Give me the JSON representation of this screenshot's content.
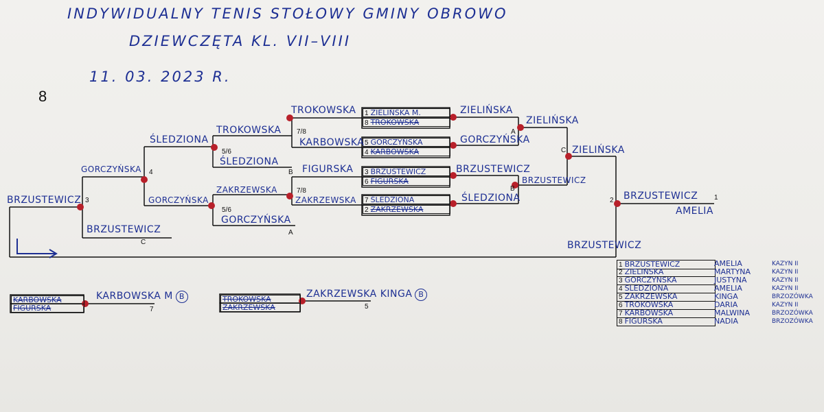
{
  "header": {
    "line1": "INDYWIDUALNY TENIS STOŁOWY GMINY OBROWO",
    "line2": "DZIEWCZĘTA KL. VII–VIII",
    "date": "11. 03. 2023 R."
  },
  "draw_size": "8",
  "round1": [
    {
      "pos": "1",
      "name": "ZIELIŃSKA M."
    },
    {
      "pos": "8",
      "name": "TROKOWSKA"
    },
    {
      "pos": "5",
      "name": "GORCZYŃSKA"
    },
    {
      "pos": "4",
      "name": "KARBOWSKA"
    },
    {
      "pos": "3",
      "name": "BRZUSTEWICZ"
    },
    {
      "pos": "6",
      "name": "FIGURSKA"
    },
    {
      "pos": "7",
      "name": "ŚLEDZIONA"
    },
    {
      "pos": "2",
      "name": "ZAKRZEWSKA"
    }
  ],
  "round2_winners": {
    "top1": "ZIELIŃSKA",
    "top2": "GORCZYŃSKA",
    "bot1": "BRZUSTEWICZ",
    "bot2": "ŚLEDZIONA"
  },
  "semi_winners": {
    "a": "ZIELIŃSKA",
    "b": "BRZUSTEWICZ"
  },
  "final": {
    "c": "ZIELIŃSKA",
    "champion": "BRZUSTEWICZ",
    "champion_first": "AMELIA",
    "champion_place": "1",
    "final_num": "2"
  },
  "losers": {
    "trokowska": "TROKOWSKA",
    "karbowska": "KARBOWSKA",
    "figurska": "FIGURSKA",
    "zakrzewska": "ZAKRZEWSKA",
    "label_78a": "7/8",
    "label_78b": "7/8"
  },
  "losers2": {
    "trokowska": "TROKOWSKA",
    "sledziona_top": "ŚLEDZIONA",
    "sledziona": "ŚLEDZIONA",
    "zakrzewska": "ZAKRZEWSKA",
    "gorczynska": "GORCZYŃSKA",
    "label_56a": "5/6",
    "label_56b": "5/6"
  },
  "losers3": {
    "gorczynska_top": "GORCZYŃSKA",
    "gorczynska": "GORCZYŃSKA",
    "brzustewicz_left": "BRZUSTEWICZ",
    "brzustewicz": "BRZUSTEWICZ",
    "num4": "4",
    "num3": "3"
  },
  "markers": {
    "A": "A",
    "B": "B",
    "C": "C"
  },
  "third_place": "BRZUSTEWICZ",
  "placement_matches": [
    {
      "top": "KARBOWSKA",
      "bottom": "FIGURSKA",
      "winner": "KARBOWSKA M",
      "circle": "B",
      "place": "7"
    },
    {
      "top": "TROKOWSKA",
      "bottom": "ZAKRZEWSKA",
      "winner": "ZAKRZEWSKA KINGA",
      "circle": "B",
      "place": "5"
    }
  ],
  "results": [
    {
      "place": "1",
      "surname": "BRZUSTEWICZ",
      "first": "AMELIA",
      "club": "KAZYN II"
    },
    {
      "place": "2",
      "surname": "ZIELIŃSKA",
      "first": "MARTYNA",
      "club": "KAZYN II"
    },
    {
      "place": "3",
      "surname": "GORCZYŃSKA",
      "first": "JUSTYNA",
      "club": "KAZYN II"
    },
    {
      "place": "4",
      "surname": "ŚLEDZIONA",
      "first": "AMELIA",
      "club": "KAZYN II"
    },
    {
      "place": "5",
      "surname": "ZAKRZEWSKA",
      "first": "KINGA",
      "club": "BRZOZÓWKA"
    },
    {
      "place": "6",
      "surname": "TROKOWSKA",
      "first": "DARIA",
      "club": "KAZYN II"
    },
    {
      "place": "7",
      "surname": "KARBOWSKA",
      "first": "MALWINA",
      "club": "BRZOZÓWKA"
    },
    {
      "place": "8",
      "surname": "FIGURSKA",
      "first": "NADIA",
      "club": "BRZOZÓWKA"
    }
  ]
}
